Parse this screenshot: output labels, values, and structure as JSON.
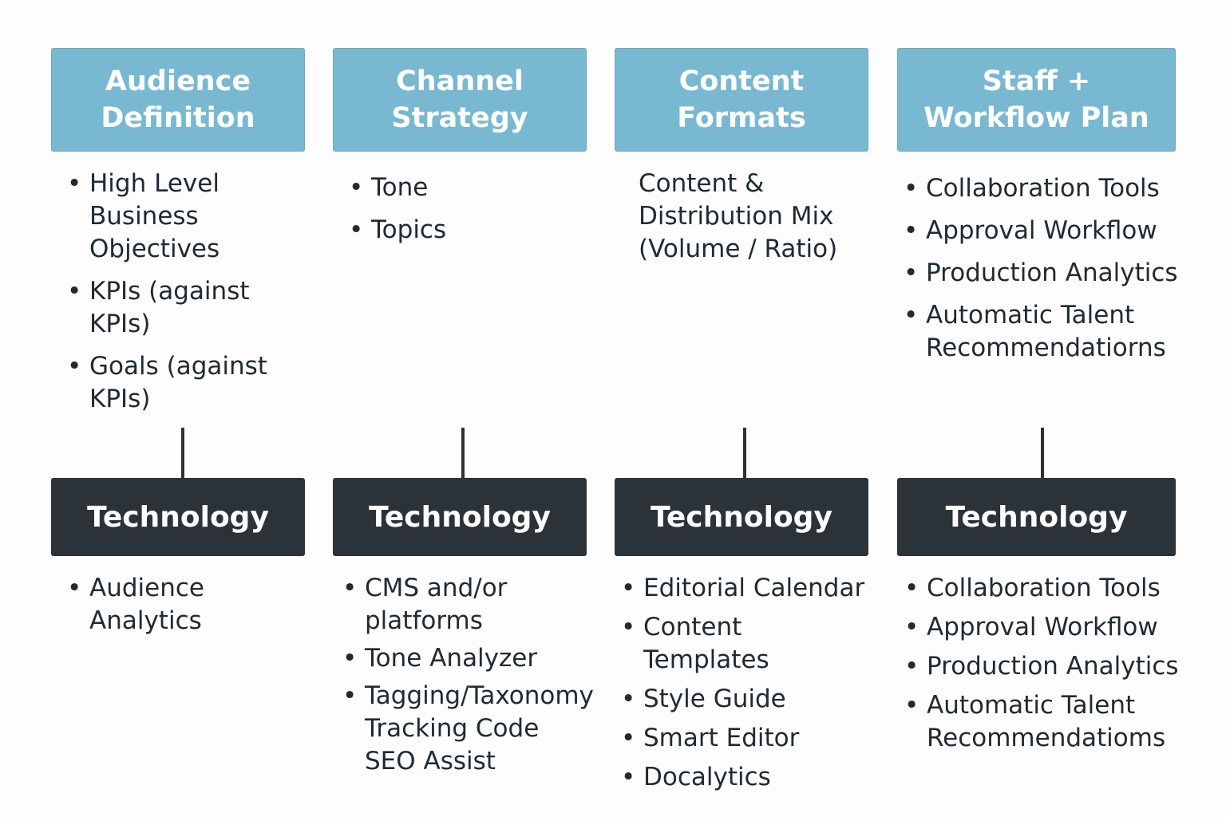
{
  "columns": [
    {
      "title": "Audience\nDefinition",
      "items": [
        "High Level\nBusiness\nObjectives",
        "KPIs (against\nKPIs)",
        "Goals (against\nKPIs)"
      ],
      "tech_title": "Technology",
      "tech_items": [
        "Audience\nAnalytics"
      ]
    },
    {
      "title": "Channel\nStrategy",
      "items": [
        "Tone",
        "Topics"
      ],
      "tech_title": "Technology",
      "tech_items": [
        "CMS and/or\nplatforms",
        "Tone Analyzer",
        "Tagging/Taxonomy\nTracking Code\nSEO Assist"
      ]
    },
    {
      "title": "Content\nFormats",
      "text": "Content &\nDistribution Mix\n(Volume / Ratio)",
      "tech_title": "Technology",
      "tech_items": [
        "Editorial Calendar",
        "Content Templates",
        "Style Guide",
        "Smart Editor",
        "Docalytics"
      ]
    },
    {
      "title": "Staff +\nWorkflow Plan",
      "items": [
        "Collaboration Tools",
        "Approval Workflow",
        "Production Analytics",
        "Automatic Talent\nRecommendatiorns"
      ],
      "tech_title": "Technology",
      "tech_items": [
        "Collaboration Tools",
        "Approval Workflow",
        "Production Analytics",
        "Automatic Talent\nRecommendatioms"
      ]
    }
  ],
  "colors": {
    "header_fill": "#79b8d1",
    "tech_fill": "#2c3338",
    "text": "#1f2a33"
  }
}
